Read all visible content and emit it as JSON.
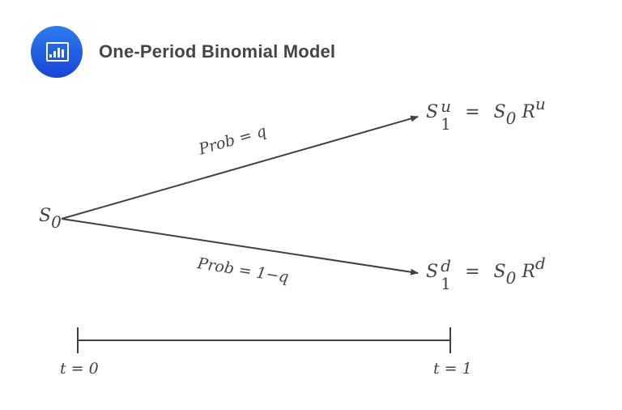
{
  "header": {
    "title": "One-Period Binomial Model",
    "icon": "bar-chart-icon",
    "icon_color": "#2160e6"
  },
  "diagram": {
    "root": {
      "base": "S",
      "sub": "0"
    },
    "up_branch": {
      "prob_label": "Prob = q",
      "node_lhs": {
        "base": "S",
        "sup": "u",
        "sub": "1"
      },
      "equals": "=",
      "node_rhs": {
        "base": "S",
        "sub": "0",
        "factor": "R",
        "sup": "u"
      }
    },
    "down_branch": {
      "prob_label": "Prob = 1−q",
      "node_lhs": {
        "base": "S",
        "sup": "d",
        "sub": "1"
      },
      "equals": "=",
      "node_rhs": {
        "base": "S",
        "sub": "0",
        "factor": "R",
        "sup": "d"
      }
    },
    "timeline": {
      "start_label": "t = 0",
      "end_label": "t = 1"
    },
    "line_color": "#404040"
  }
}
